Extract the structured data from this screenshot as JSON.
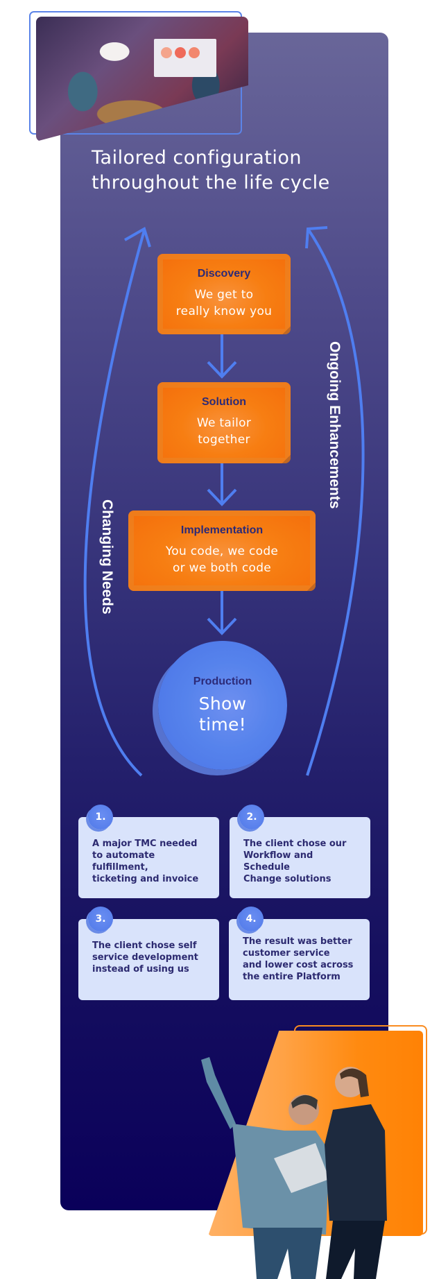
{
  "title": "Tailored configuration\nthroughout the life cycle",
  "side_labels": {
    "left": "Changing Needs",
    "right": "Ongoing Enhancements"
  },
  "stages": [
    {
      "title": "Discovery",
      "description": "We get to\nreally know you"
    },
    {
      "title": "Solution",
      "description": "We tailor\ntogether"
    },
    {
      "title": "Implementation",
      "description": "You code, we code\nor we both code"
    },
    {
      "title": "Production",
      "description": "Show\ntime!"
    }
  ],
  "steps": [
    {
      "number": "1.",
      "text": "A major TMC needed\nto automate fulfillment,\nticketing and invoice"
    },
    {
      "number": "2.",
      "text": "The client chose our\nWorkflow and Schedule\nChange solutions"
    },
    {
      "number": "3.",
      "text": "The client chose self\nservice development\ninstead of using us"
    },
    {
      "number": "4.",
      "text": "The result was better\ncustomer service\nand lower cost across\nthe entire Platform"
    }
  ],
  "images": {
    "top": "team-meeting-handshake-photo",
    "bottom": "business-people-presenting-photo"
  },
  "colors": {
    "accent_blue": "#5683ec",
    "accent_orange": "#f77e12",
    "text_dark": "#2c2a70",
    "card_light": "#d9e3fb"
  }
}
